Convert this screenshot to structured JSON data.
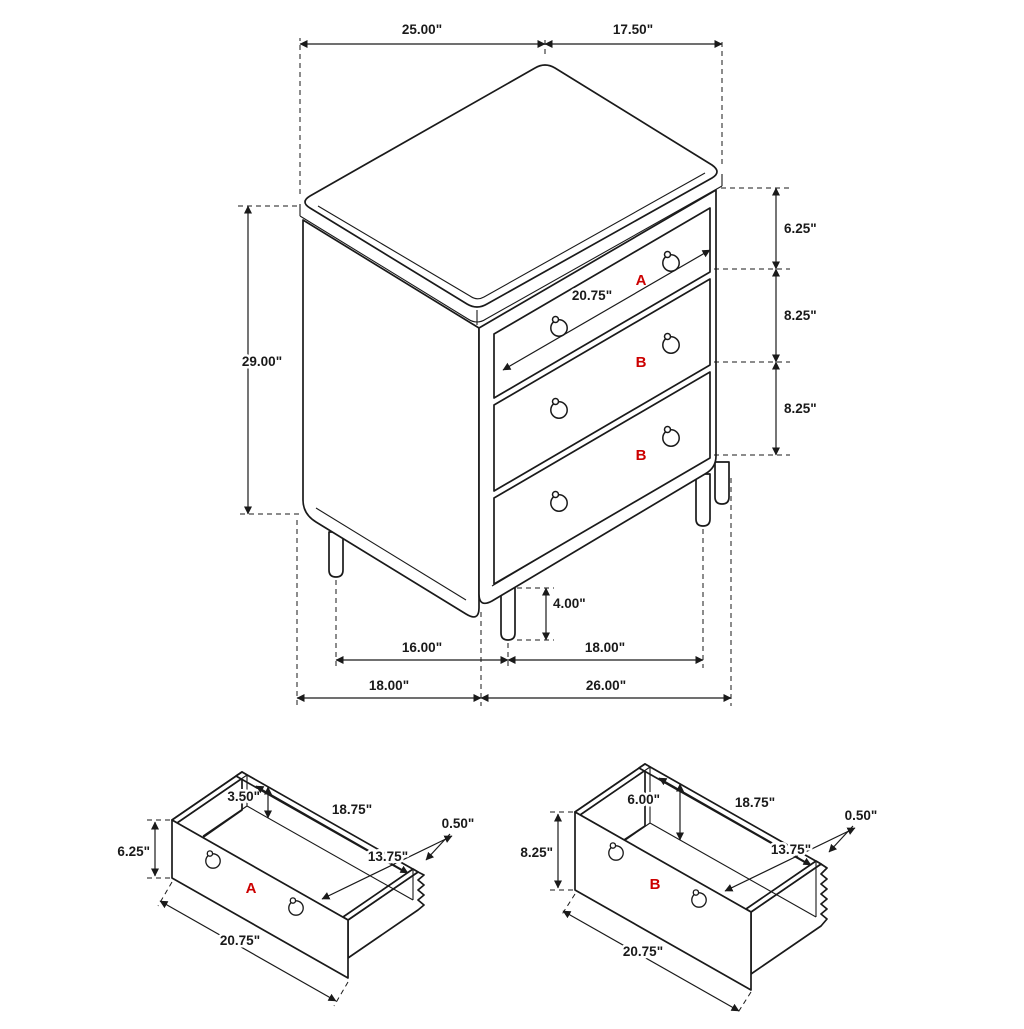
{
  "colors": {
    "line": "#1a1a1a",
    "accent": "#cc0000",
    "bg": "#ffffff"
  },
  "main_view": {
    "drawer_labels": {
      "top": "A",
      "middle": "B",
      "bottom": "B"
    },
    "dimensions": {
      "top_depth": "25.00\"",
      "top_width": "17.50\"",
      "top_drawer_height": "6.25\"",
      "middle_drawer_height": "8.25\"",
      "bottom_drawer_height": "8.25\"",
      "case_height": "29.00\"",
      "drawer_front_width": "20.75\"",
      "leg_height": "4.00\"",
      "side_leg_spacing": "16.00\"",
      "front_leg_spacing": "18.00\"",
      "overall_depth": "18.00\"",
      "overall_width": "26.00\""
    }
  },
  "drawer_detail_a": {
    "label": "A",
    "dimensions": {
      "inner_height": "3.50\"",
      "inner_width": "18.75\"",
      "side_thickness": "0.50\"",
      "inner_depth": "13.75\"",
      "front_height": "6.25\"",
      "front_width": "20.75\""
    }
  },
  "drawer_detail_b": {
    "label": "B",
    "dimensions": {
      "inner_height": "6.00\"",
      "inner_width": "18.75\"",
      "side_thickness": "0.50\"",
      "inner_depth": "13.75\"",
      "front_height": "8.25\"",
      "front_width": "20.75\""
    }
  }
}
